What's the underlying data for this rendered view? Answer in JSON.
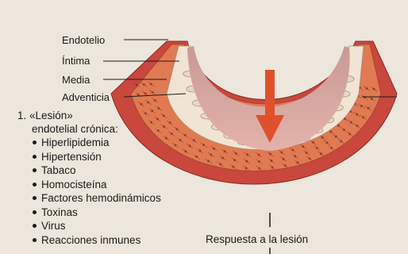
{
  "layers": {
    "endotelio": "Endotelio",
    "intima": "Íntima",
    "media": "Media",
    "adventicia": "Adventicia"
  },
  "lesion": {
    "head": "1. «Lesión»",
    "head2": "endotelial crónica:",
    "causes": [
      "Hiperlipidemia",
      "Hipertensión",
      "Tabaco",
      "Homocisteína",
      "Factores hemodinámicos",
      "Toxinas",
      "Virus",
      "Reacciones inmunes"
    ]
  },
  "response": "Respuesta a la lesión",
  "colors": {
    "adventicia": "#c9473d",
    "media": "#e07a52",
    "intima": "#f1e4d2",
    "lumen": "#dca4a0",
    "arrow": "#e0502b",
    "background": "#ece6dc"
  }
}
